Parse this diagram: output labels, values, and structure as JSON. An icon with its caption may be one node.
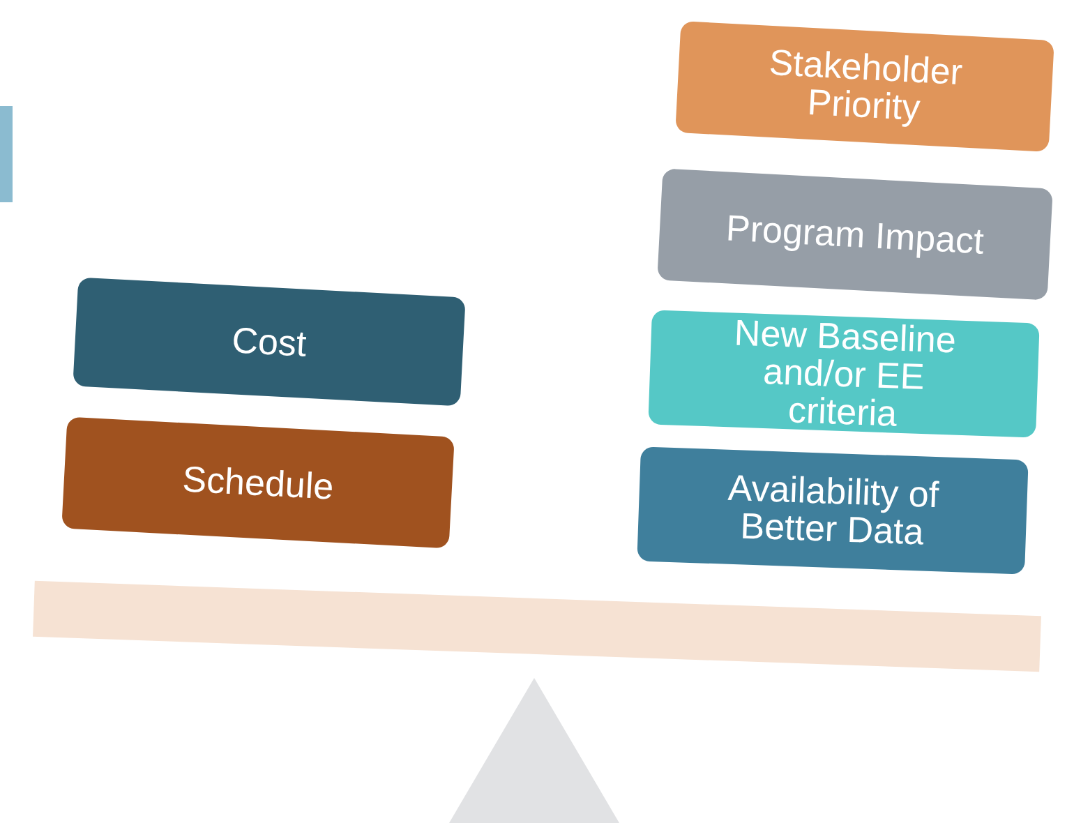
{
  "diagram": {
    "nodes": [
      {
        "text": [
          "Cost"
        ]
      },
      {
        "text": [
          "Schedule"
        ]
      },
      {
        "text": [
          "Stakeholder Priority"
        ]
      },
      {
        "text": [
          "Program Impact"
        ]
      },
      {
        "text": [
          "New Baseline and/or EE criteria"
        ]
      },
      {
        "text": [
          "Availability of Better Data"
        ]
      },
      {
        "text": [],
        "shape": "bar"
      },
      {
        "text": [],
        "shape": "triangle"
      }
    ],
    "edges": []
  }
}
